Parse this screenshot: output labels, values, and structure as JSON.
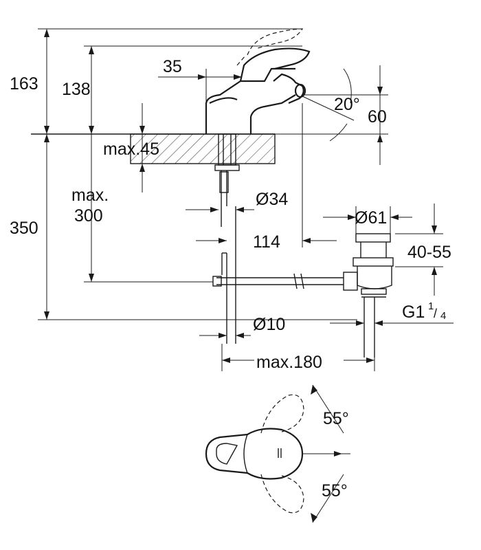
{
  "diagram": {
    "dimensions": {
      "h163": "163",
      "h138": "138",
      "d35": "35",
      "angle20": "20°",
      "d60": "60",
      "max45": "max.45",
      "max300_a": "max.",
      "max300_b": "300",
      "dia34": "Ø34",
      "h350": "350",
      "dia61": "Ø61",
      "d114": "114",
      "range40_55": "40-55",
      "thread_g": "G1",
      "thread_num": "1",
      "thread_den": "4",
      "dia10": "Ø10",
      "max180": "max.180",
      "angle55_top": "55°",
      "angle55_bottom": "55°"
    }
  }
}
